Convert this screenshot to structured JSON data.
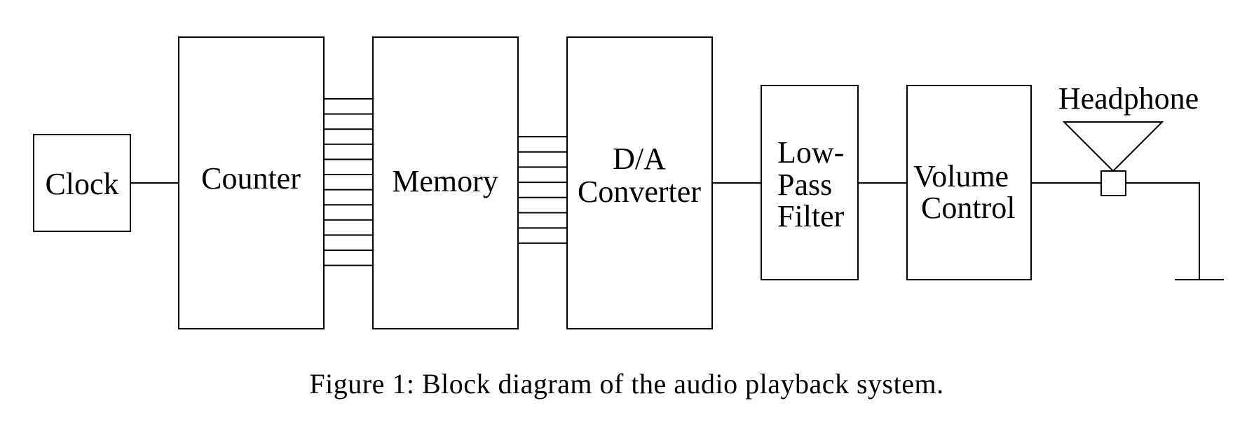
{
  "diagram": {
    "blocks": {
      "clock": {
        "label": "Clock"
      },
      "counter": {
        "label": "Counter"
      },
      "memory": {
        "label": "Memory"
      },
      "da_converter": {
        "line1": "D/A",
        "line2": "Converter"
      },
      "low_pass_filter": {
        "line1": "Low-",
        "line2": "Pass",
        "line3": "Filter"
      },
      "volume_control": {
        "line1": "Volume",
        "line2": "Control"
      },
      "headphone": {
        "label": "Headphone"
      }
    },
    "buses": {
      "counter_to_memory_lines": 12,
      "memory_to_converter_lines": 8
    }
  },
  "caption": "Figure 1: Block diagram of the audio playback system."
}
